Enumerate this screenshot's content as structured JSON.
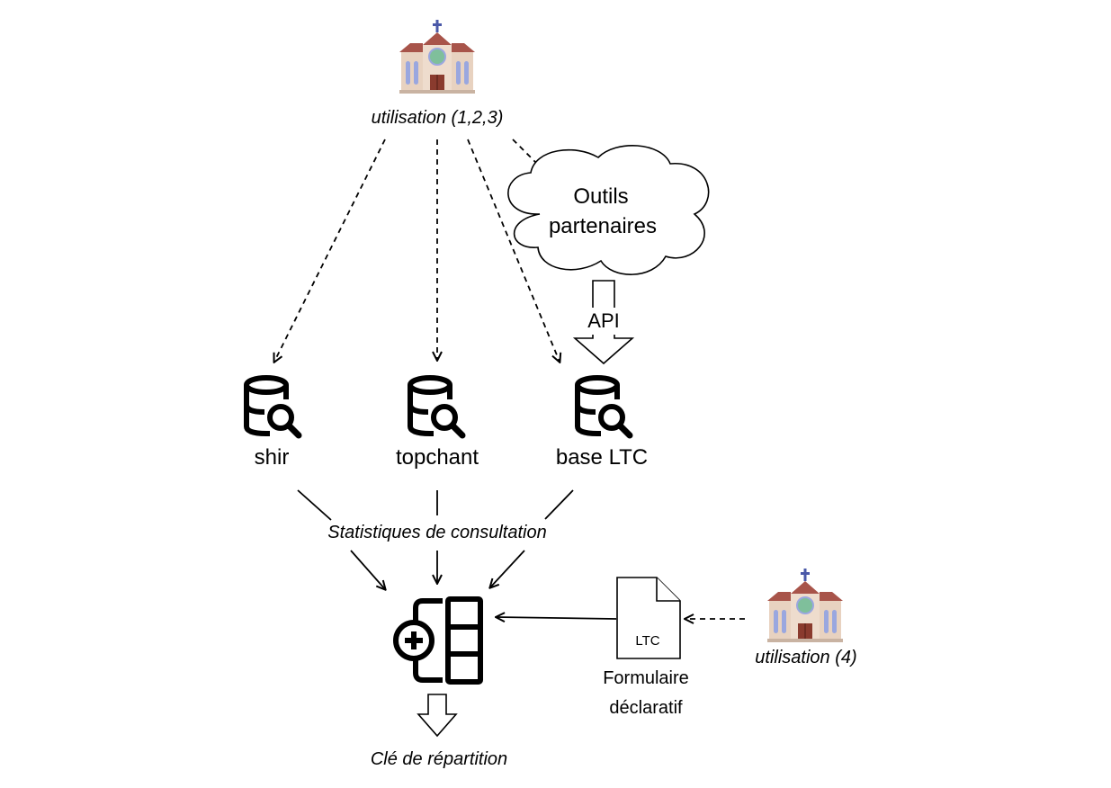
{
  "nodes": {
    "church_top": {
      "label": "utilisation (1,2,3)",
      "icon": "church-icon"
    },
    "cloud": {
      "label_line1": "Outils",
      "label_line2": "partenaires",
      "icon": "cloud-shape"
    },
    "api": {
      "label": "API"
    },
    "db_shir": {
      "label": "shir",
      "icon": "database-search-icon"
    },
    "db_topchant": {
      "label": "topchant",
      "icon": "database-search-icon"
    },
    "db_ltc": {
      "label": "base LTC",
      "icon": "database-search-icon"
    },
    "stats": {
      "label": "Statistiques de consultation"
    },
    "aggregator": {
      "icon": "add-table-icon"
    },
    "form": {
      "file_label": "LTC",
      "label_line1": "Formulaire",
      "label_line2": "déclaratif",
      "icon": "document-icon"
    },
    "church_right": {
      "label": "utilisation (4)",
      "icon": "church-icon"
    },
    "output": {
      "label": "Clé de répartition"
    }
  },
  "colors": {
    "stroke": "#000000",
    "church_wall": "#e8d2c0",
    "church_roof": "#a8544a",
    "church_window": "#9aa7df",
    "church_door": "#8a3b2e",
    "church_globe": "#7fbf9b",
    "church_cross": "#4a58a8"
  }
}
